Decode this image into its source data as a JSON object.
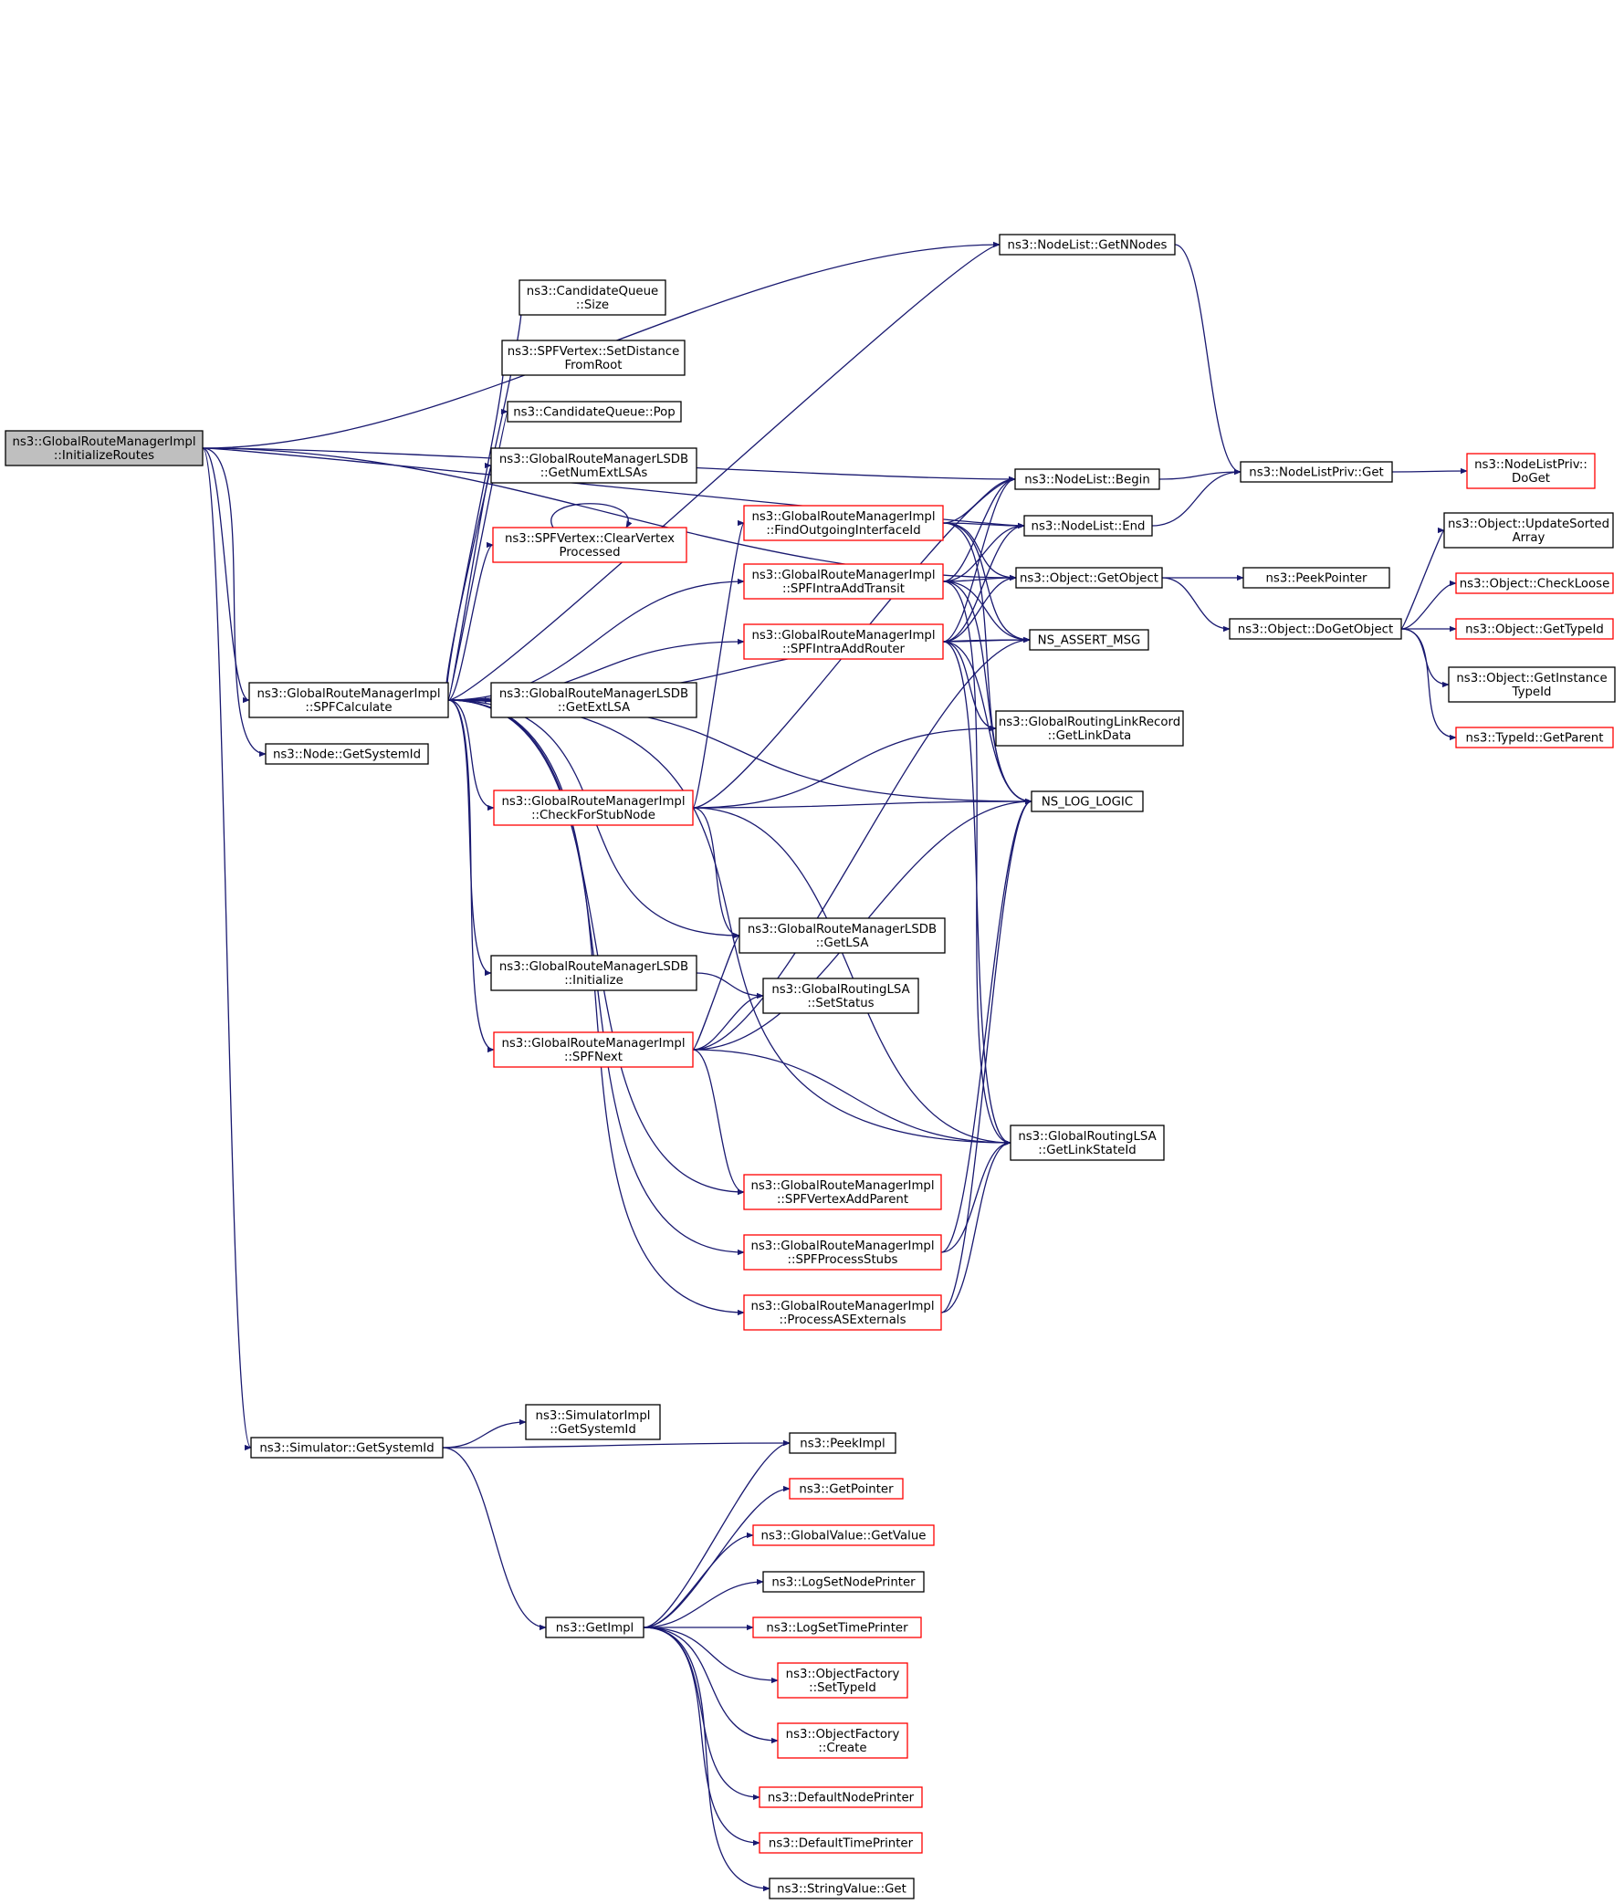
{
  "colors": {
    "edge": "#191970",
    "border_normal": "#000000",
    "border_truncated": "#ff0000",
    "root_fill": "#bfbfbf"
  },
  "nodes": [
    {
      "id": "initroutes",
      "lines": [
        "ns3::GlobalRouteManagerImpl",
        "::InitializeRoutes"
      ],
      "style": "root"
    },
    {
      "id": "spfcalc",
      "lines": [
        "ns3::GlobalRouteManagerImpl",
        "::SPFCalculate"
      ],
      "style": "normal"
    },
    {
      "id": "nodesysid",
      "lines": [
        "ns3::Node::GetSystemId"
      ],
      "style": "normal"
    },
    {
      "id": "simsysid",
      "lines": [
        "ns3::Simulator::GetSystemId"
      ],
      "style": "normal"
    },
    {
      "id": "cqsize",
      "lines": [
        "ns3::CandidateQueue",
        "::Size"
      ],
      "style": "normal"
    },
    {
      "id": "setdist",
      "lines": [
        "ns3::SPFVertex::SetDistance",
        "FromRoot"
      ],
      "style": "normal"
    },
    {
      "id": "cqpop",
      "lines": [
        "ns3::CandidateQueue::Pop"
      ],
      "style": "normal"
    },
    {
      "id": "getnumext",
      "lines": [
        "ns3::GlobalRouteManagerLSDB",
        "::GetNumExtLSAs"
      ],
      "style": "normal"
    },
    {
      "id": "clearvp",
      "lines": [
        "ns3::SPFVertex::ClearVertex",
        "Processed"
      ],
      "style": "red"
    },
    {
      "id": "getextlsa",
      "lines": [
        "ns3::GlobalRouteManagerLSDB",
        "::GetExtLSA"
      ],
      "style": "normal"
    },
    {
      "id": "checkstub",
      "lines": [
        "ns3::GlobalRouteManagerImpl",
        "::CheckForStubNode"
      ],
      "style": "red"
    },
    {
      "id": "lsdbinit",
      "lines": [
        "ns3::GlobalRouteManagerLSDB",
        "::Initialize"
      ],
      "style": "normal"
    },
    {
      "id": "spfnext",
      "lines": [
        "ns3::GlobalRouteManagerImpl",
        "::SPFNext"
      ],
      "style": "red"
    },
    {
      "id": "findout",
      "lines": [
        "ns3::GlobalRouteManagerImpl",
        "::FindOutgoingInterfaceId"
      ],
      "style": "red"
    },
    {
      "id": "addtransit",
      "lines": [
        "ns3::GlobalRouteManagerImpl",
        "::SPFIntraAddTransit"
      ],
      "style": "red"
    },
    {
      "id": "addrouter",
      "lines": [
        "ns3::GlobalRouteManagerImpl",
        "::SPFIntraAddRouter"
      ],
      "style": "red"
    },
    {
      "id": "getlsa",
      "lines": [
        "ns3::GlobalRouteManagerLSDB",
        "::GetLSA"
      ],
      "style": "normal"
    },
    {
      "id": "setstatus",
      "lines": [
        "ns3::GlobalRoutingLSA",
        "::SetStatus"
      ],
      "style": "normal"
    },
    {
      "id": "addparent",
      "lines": [
        "ns3::GlobalRouteManagerImpl",
        "::SPFVertexAddParent"
      ],
      "style": "red"
    },
    {
      "id": "procstubs",
      "lines": [
        "ns3::GlobalRouteManagerImpl",
        "::SPFProcessStubs"
      ],
      "style": "red"
    },
    {
      "id": "procasext",
      "lines": [
        "ns3::GlobalRouteManagerImpl",
        "::ProcessASExternals"
      ],
      "style": "red"
    },
    {
      "id": "getnnodes",
      "lines": [
        "ns3::NodeList::GetNNodes"
      ],
      "style": "normal"
    },
    {
      "id": "begin",
      "lines": [
        "ns3::NodeList::Begin"
      ],
      "style": "normal"
    },
    {
      "id": "end",
      "lines": [
        "ns3::NodeList::End"
      ],
      "style": "normal"
    },
    {
      "id": "getobject",
      "lines": [
        "ns3::Object::GetObject"
      ],
      "style": "normal"
    },
    {
      "id": "assertmsg",
      "lines": [
        "NS_ASSERT_MSG"
      ],
      "style": "normal"
    },
    {
      "id": "getlinkdata",
      "lines": [
        "ns3::GlobalRoutingLinkRecord",
        "::GetLinkData"
      ],
      "style": "normal"
    },
    {
      "id": "loglogic",
      "lines": [
        "NS_LOG_LOGIC"
      ],
      "style": "normal"
    },
    {
      "id": "getlinkstateid",
      "lines": [
        "ns3::GlobalRoutingLSA",
        "::GetLinkStateId"
      ],
      "style": "normal"
    },
    {
      "id": "nlpget",
      "lines": [
        "ns3::NodeListPriv::Get"
      ],
      "style": "normal"
    },
    {
      "id": "nlpdoget",
      "lines": [
        "ns3::NodeListPriv::",
        "DoGet"
      ],
      "style": "red"
    },
    {
      "id": "peekptr",
      "lines": [
        "ns3::PeekPointer"
      ],
      "style": "normal"
    },
    {
      "id": "dogetobj",
      "lines": [
        "ns3::Object::DoGetObject"
      ],
      "style": "normal"
    },
    {
      "id": "updsorted",
      "lines": [
        "ns3::Object::UpdateSorted",
        "Array"
      ],
      "style": "normal"
    },
    {
      "id": "checkloose",
      "lines": [
        "ns3::Object::CheckLoose"
      ],
      "style": "red"
    },
    {
      "id": "gettypeid",
      "lines": [
        "ns3::Object::GetTypeId"
      ],
      "style": "red"
    },
    {
      "id": "getinsttypeid",
      "lines": [
        "ns3::Object::GetInstance",
        "TypeId"
      ],
      "style": "normal"
    },
    {
      "id": "getparent",
      "lines": [
        "ns3::TypeId::GetParent"
      ],
      "style": "red"
    },
    {
      "id": "simimplsys",
      "lines": [
        "ns3::SimulatorImpl",
        "::GetSystemId"
      ],
      "style": "normal"
    },
    {
      "id": "peekimpl",
      "lines": [
        "ns3::PeekImpl"
      ],
      "style": "normal"
    },
    {
      "id": "getimpl",
      "lines": [
        "ns3::GetImpl"
      ],
      "style": "normal"
    },
    {
      "id": "getpointer",
      "lines": [
        "ns3::GetPointer"
      ],
      "style": "red"
    },
    {
      "id": "gvgetvalue",
      "lines": [
        "ns3::GlobalValue::GetValue"
      ],
      "style": "red"
    },
    {
      "id": "lognodeprinter",
      "lines": [
        "ns3::LogSetNodePrinter"
      ],
      "style": "normal"
    },
    {
      "id": "logtimeprinter",
      "lines": [
        "ns3::LogSetTimePrinter"
      ],
      "style": "red"
    },
    {
      "id": "ofsettypeid",
      "lines": [
        "ns3::ObjectFactory",
        "::SetTypeId"
      ],
      "style": "red"
    },
    {
      "id": "ofcreate",
      "lines": [
        "ns3::ObjectFactory",
        "::Create"
      ],
      "style": "red"
    },
    {
      "id": "defnodeprinter",
      "lines": [
        "ns3::DefaultNodePrinter"
      ],
      "style": "red"
    },
    {
      "id": "deftimeprinter",
      "lines": [
        "ns3::DefaultTimePrinter"
      ],
      "style": "red"
    },
    {
      "id": "svget",
      "lines": [
        "ns3::StringValue::Get"
      ],
      "style": "normal"
    }
  ]
}
